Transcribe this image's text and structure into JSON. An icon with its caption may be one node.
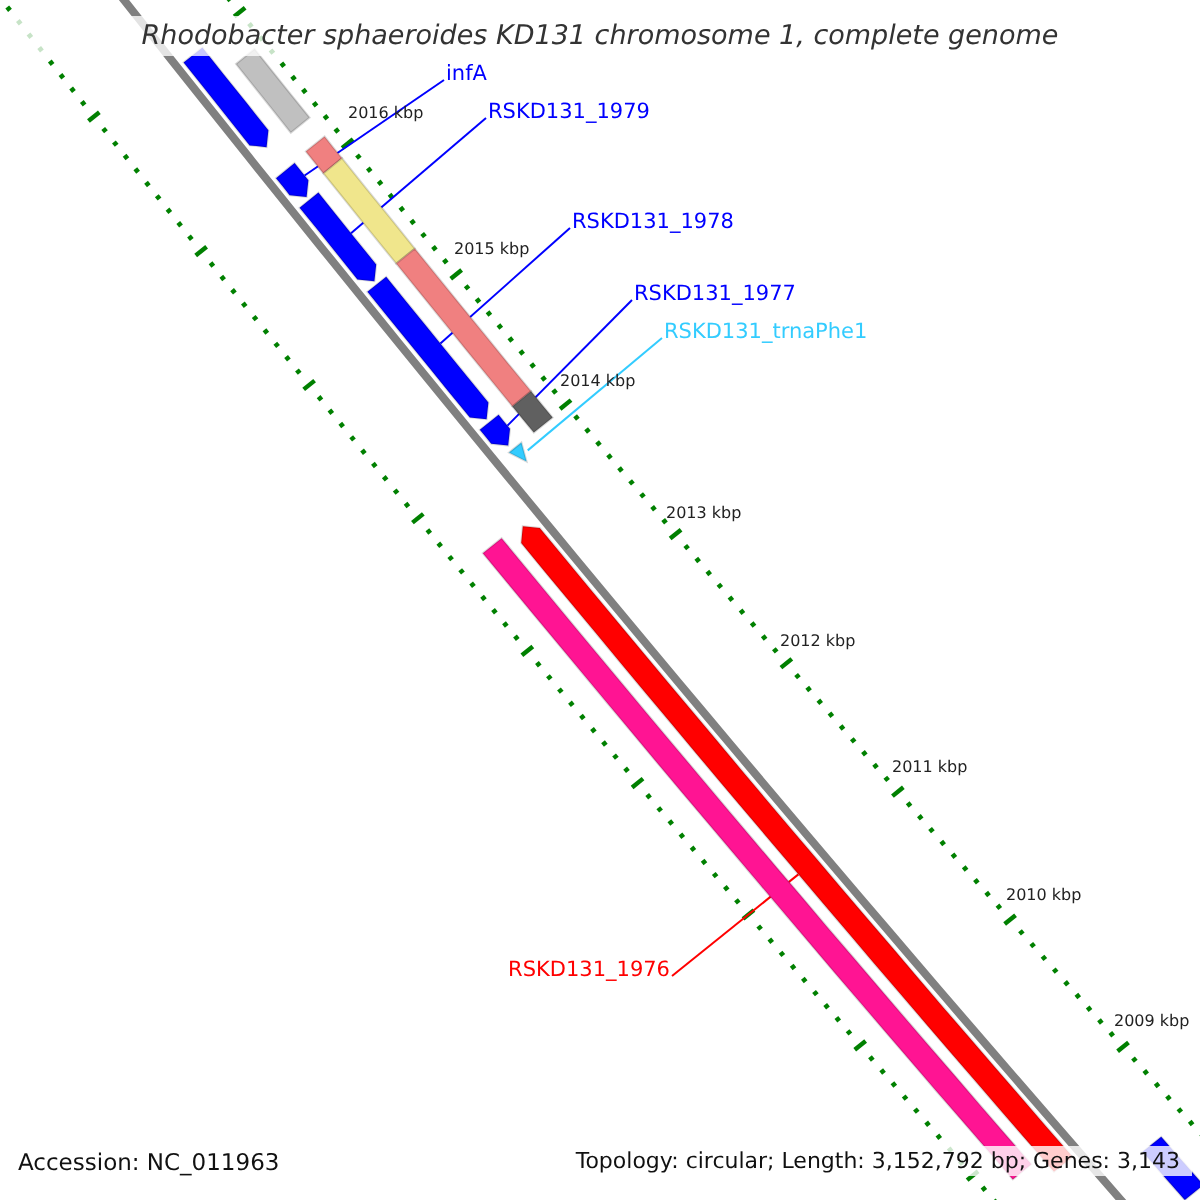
{
  "diagram": {
    "title": "Rhodobacter sphaeroides KD131 chromosome 1, complete genome",
    "nodes": [
      {
        "text": [
          "infA"
        ]
      },
      {
        "text": [],
        "shape": "bar"
      },
      {
        "text": [
          "RSKD131_1979"
        ]
      },
      {
        "text": [],
        "shape": "bar"
      },
      {
        "text": [
          "RSKD131_1978"
        ]
      },
      {
        "text": [],
        "shape": "bar"
      },
      {
        "text": [
          "RSKD131_1977"
        ]
      },
      {
        "text": [],
        "shape": "bar"
      },
      {
        "text": [
          "RSKD131_trnaPhe1"
        ]
      },
      {
        "text": [],
        "shape": "triangle"
      },
      {
        "text": [
          "RSKD131_1976"
        ]
      },
      {
        "text": [],
        "shape": "bar"
      },
      {
        "text": [],
        "shape": "bar"
      },
      {
        "text": [],
        "shape": "bar"
      },
      {
        "text": [],
        "shape": "bar"
      },
      {
        "text": [],
        "shape": "bar"
      },
      {
        "text": [],
        "shape": "bar"
      },
      {
        "text": [],
        "shape": "bar"
      },
      {
        "text": [],
        "shape": "bar"
      },
      {
        "text": [],
        "shape": "bar"
      }
    ],
    "edges": [
      {
        "from": 0,
        "to": 1,
        "arrow": "none"
      },
      {
        "from": 2,
        "to": 3,
        "arrow": "none"
      },
      {
        "from": 4,
        "to": 5,
        "arrow": "none"
      },
      {
        "from": 6,
        "to": 7,
        "arrow": "none"
      },
      {
        "from": 8,
        "to": 9,
        "arrow": "none",
        "color": "#33ccff"
      },
      {
        "from": 10,
        "to": 11,
        "arrow": "none",
        "color": "#ff0000"
      }
    ],
    "labels": [
      "2016 kbp",
      "2015 kbp",
      "2014 kbp",
      "2013 kbp",
      "2012 kbp",
      "2011 kbp",
      "2010 kbp",
      "2009 kbp",
      "Accession: NC_011963",
      "Topology: circular; Length: 3,152,792 bp; Genes: 3,143"
    ]
  }
}
